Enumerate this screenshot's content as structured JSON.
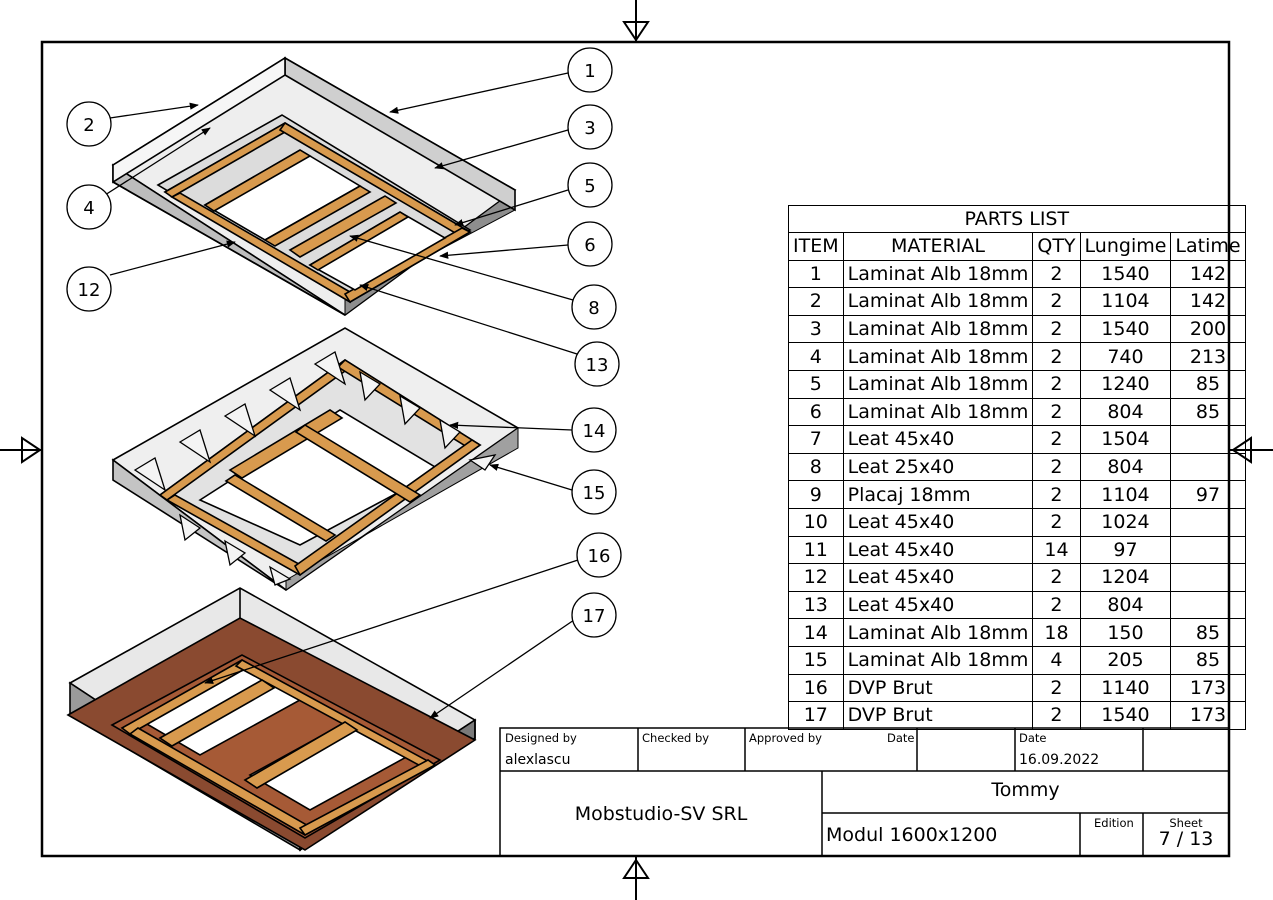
{
  "parts_list": {
    "title": "PARTS LIST",
    "columns": [
      "ITEM",
      "MATERIAL",
      "QTY",
      "Lungime",
      "Latime"
    ],
    "rows": [
      {
        "item": "1",
        "material": "Laminat Alb 18mm",
        "qty": "2",
        "lungime": "1540",
        "latime": "142"
      },
      {
        "item": "2",
        "material": "Laminat Alb 18mm",
        "qty": "2",
        "lungime": "1104",
        "latime": "142"
      },
      {
        "item": "3",
        "material": "Laminat Alb 18mm",
        "qty": "2",
        "lungime": "1540",
        "latime": "200"
      },
      {
        "item": "4",
        "material": "Laminat Alb 18mm",
        "qty": "2",
        "lungime": "740",
        "latime": "213"
      },
      {
        "item": "5",
        "material": "Laminat Alb 18mm",
        "qty": "2",
        "lungime": "1240",
        "latime": "85"
      },
      {
        "item": "6",
        "material": "Laminat Alb 18mm",
        "qty": "2",
        "lungime": "804",
        "latime": "85"
      },
      {
        "item": "7",
        "material": "Leat 45x40",
        "qty": "2",
        "lungime": "1504",
        "latime": ""
      },
      {
        "item": "8",
        "material": "Leat 25x40",
        "qty": "2",
        "lungime": "804",
        "latime": ""
      },
      {
        "item": "9",
        "material": "Placaj 18mm",
        "qty": "2",
        "lungime": "1104",
        "latime": "97"
      },
      {
        "item": "10",
        "material": "Leat 45x40",
        "qty": "2",
        "lungime": "1024",
        "latime": ""
      },
      {
        "item": "11",
        "material": "Leat 45x40",
        "qty": "14",
        "lungime": "97",
        "latime": ""
      },
      {
        "item": "12",
        "material": "Leat 45x40",
        "qty": "2",
        "lungime": "1204",
        "latime": ""
      },
      {
        "item": "13",
        "material": "Leat 45x40",
        "qty": "2",
        "lungime": "804",
        "latime": ""
      },
      {
        "item": "14",
        "material": "Laminat Alb 18mm",
        "qty": "18",
        "lungime": "150",
        "latime": "85"
      },
      {
        "item": "15",
        "material": "Laminat Alb 18mm",
        "qty": "4",
        "lungime": "205",
        "latime": "85"
      },
      {
        "item": "16",
        "material": "DVP Brut",
        "qty": "2",
        "lungime": "1140",
        "latime": "173"
      },
      {
        "item": "17",
        "material": "DVP Brut",
        "qty": "2",
        "lungime": "1540",
        "latime": "173"
      }
    ]
  },
  "title_block": {
    "designed_by_label": "Designed by",
    "designed_by": "alexlascu",
    "checked_by_label": "Checked by",
    "approved_by_label": "Approved by",
    "date_label_1": "Date",
    "date_label_2": "Date",
    "date": "16.09.2022",
    "company": "Mobstudio-SV SRL",
    "project": "Tommy",
    "drawing_title": "Modul 1600x1200",
    "edition_label": "Edition",
    "sheet_label": "Sheet",
    "sheet": "7 / 13"
  },
  "balloons": {
    "b1": "1",
    "b2": "2",
    "b3": "3",
    "b4": "4",
    "b5": "5",
    "b6": "6",
    "b8": "8",
    "b12": "12",
    "b13": "13",
    "b14": "14",
    "b15": "15",
    "b16": "16",
    "b17": "17"
  },
  "colors": {
    "wood": "#d89a4e",
    "wood_dark": "#a86a2a",
    "panel_light": "#e6e6e6",
    "panel_dark": "#9c9c9c",
    "dvp_brown": "#8a4a30"
  }
}
